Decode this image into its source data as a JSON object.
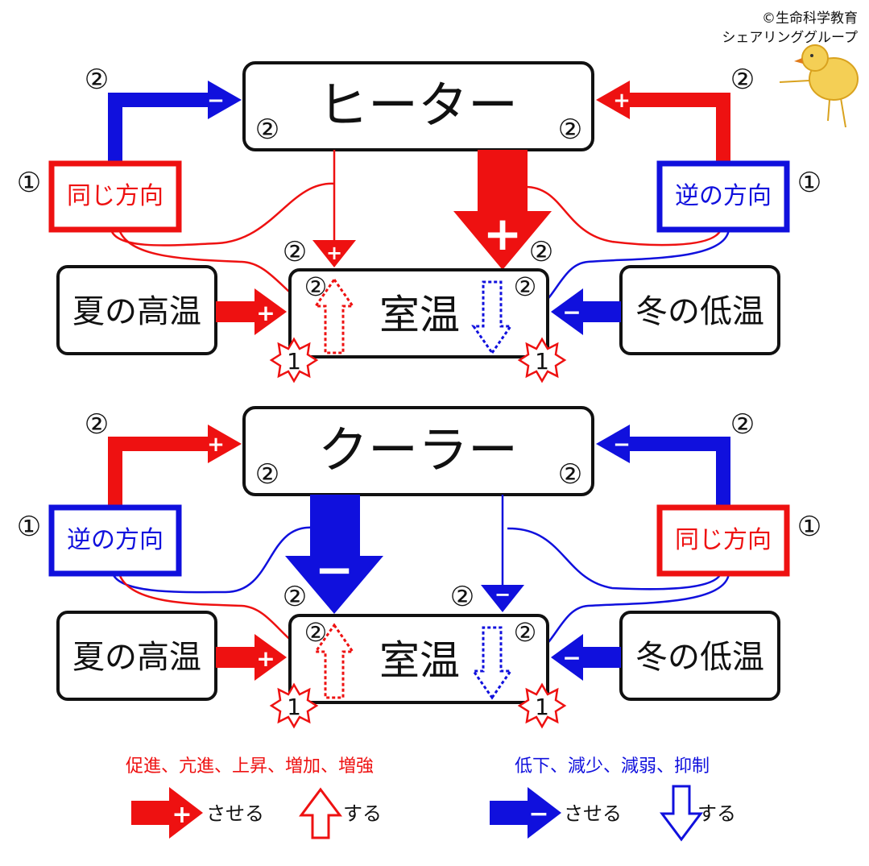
{
  "credit": {
    "line1": "©生命科学教育",
    "line2": "シェアリンググループ"
  },
  "colors": {
    "red": "#ee1111",
    "blue": "#1010dd",
    "black": "#111111"
  },
  "marks": {
    "circle_two": "②",
    "circle_one": "①",
    "star_one": "1",
    "plus": "+",
    "minus": "−"
  },
  "top": {
    "device": "ヒーター",
    "room": "室温",
    "left_mode": "同じ方向",
    "right_mode": "逆の方向",
    "summer": "夏の高温",
    "winter": "冬の低温"
  },
  "bottom": {
    "device": "クーラー",
    "room": "室温",
    "left_mode": "逆の方向",
    "right_mode": "同じ方向",
    "summer": "夏の高温",
    "winter": "冬の低温"
  },
  "legend": {
    "increase_title": "促進、亢進、上昇、増加、増強",
    "decrease_title": "低下、減少、減弱、抑制",
    "cause": "させる",
    "do": "する"
  }
}
